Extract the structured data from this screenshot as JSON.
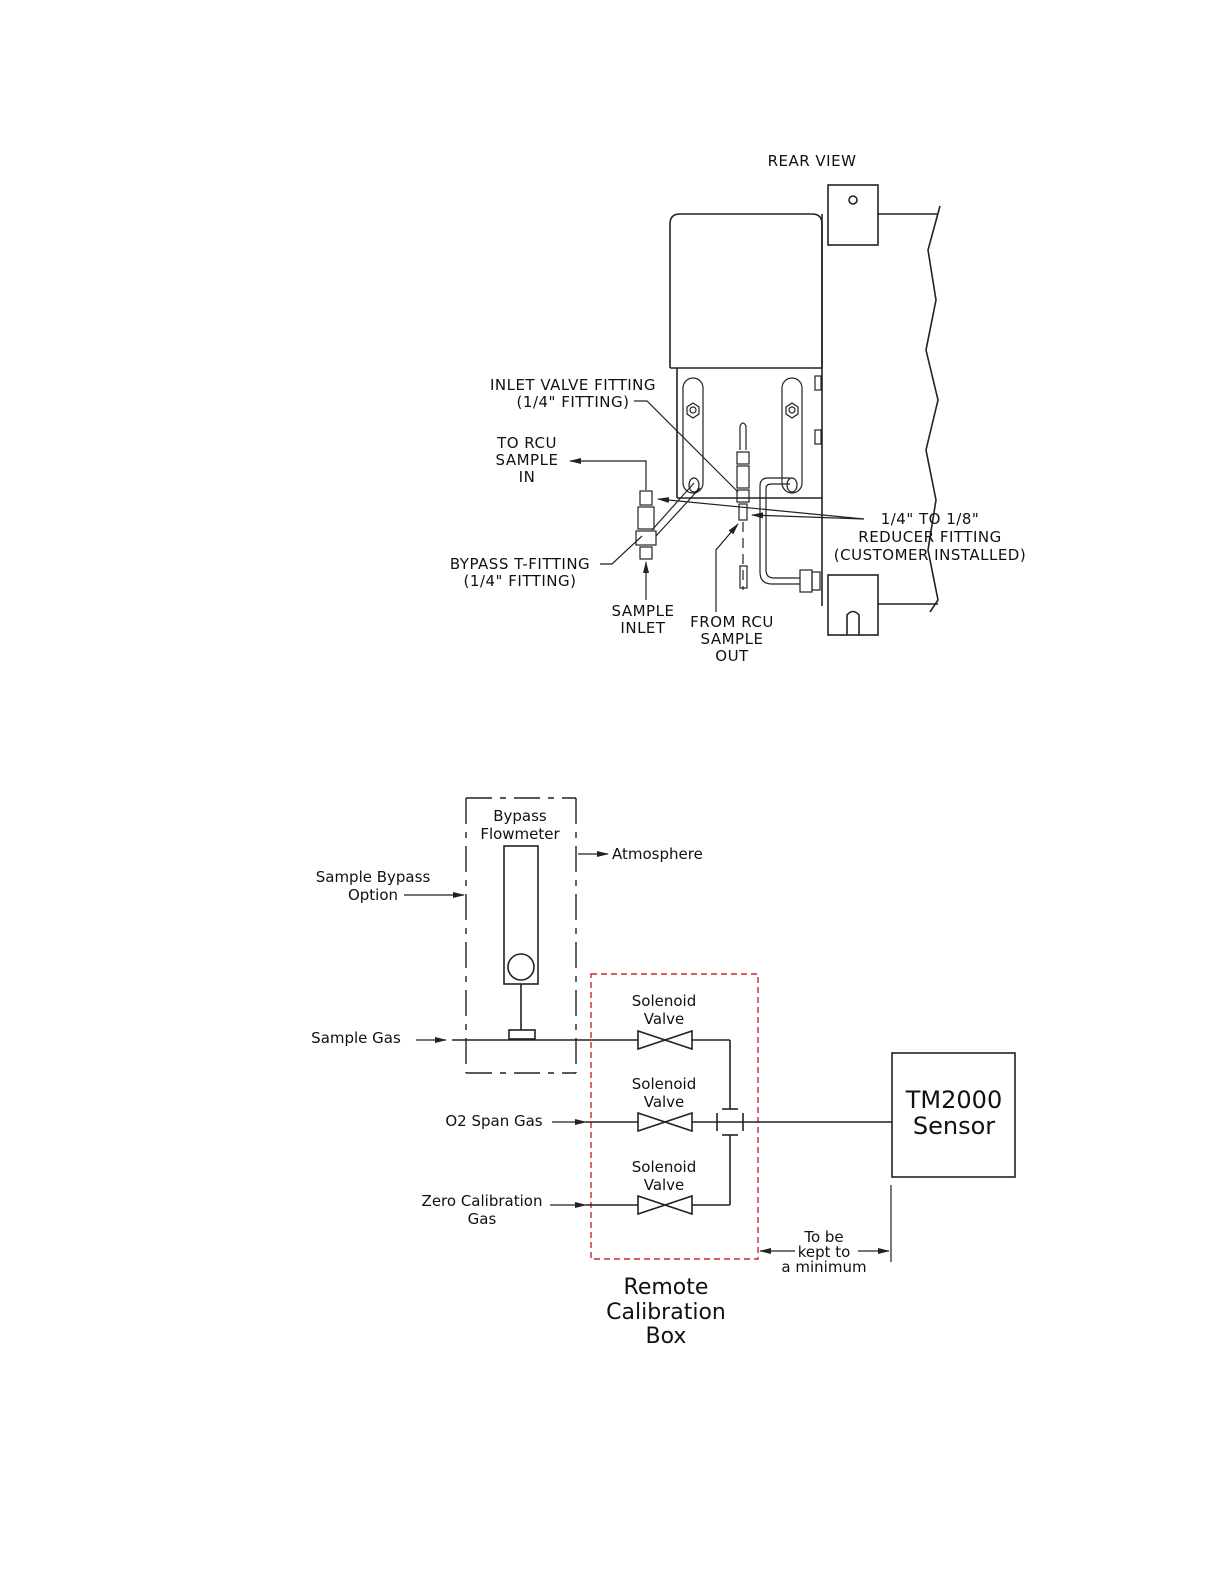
{
  "rear_view": {
    "title": "REAR VIEW",
    "labels": {
      "inlet_valve_1": "INLET VALVE FITTING",
      "inlet_valve_2": "(1/4\" FITTING)",
      "to_rcu_1": "TO RCU",
      "to_rcu_2": "SAMPLE",
      "to_rcu_3": "IN",
      "bypass_1": "BYPASS T-FITTING",
      "bypass_2": "(1/4\" FITTING)",
      "sample_inlet_1": "SAMPLE",
      "sample_inlet_2": "INLET",
      "from_rcu_1": "FROM RCU",
      "from_rcu_2": "SAMPLE",
      "from_rcu_3": "OUT",
      "reducer_1": "1/4\" TO 1/8\"",
      "reducer_2": "REDUCER FITTING",
      "reducer_3": "(CUSTOMER INSTALLED)"
    }
  },
  "schematic": {
    "bypass_1": "Bypass",
    "bypass_2": "Flowmeter",
    "atmosphere": "Atmosphere",
    "sample_bypass_1": "Sample Bypass",
    "sample_bypass_2": "Option",
    "sample_gas": "Sample Gas",
    "o2_span": "O2 Span Gas",
    "zero_cal_1": "Zero Calibration",
    "zero_cal_2": "Gas",
    "valve_top": "Solenoid",
    "valve_bottom": "Valve",
    "sensor_1": "TM2000",
    "sensor_2": "Sensor",
    "note_1": "To be",
    "note_2": "kept to",
    "note_3": "a minimum",
    "rcb_1": "Remote",
    "rcb_2": "Calibration",
    "rcb_3": "Box"
  },
  "colors": {
    "box_border": "#c8282d"
  }
}
